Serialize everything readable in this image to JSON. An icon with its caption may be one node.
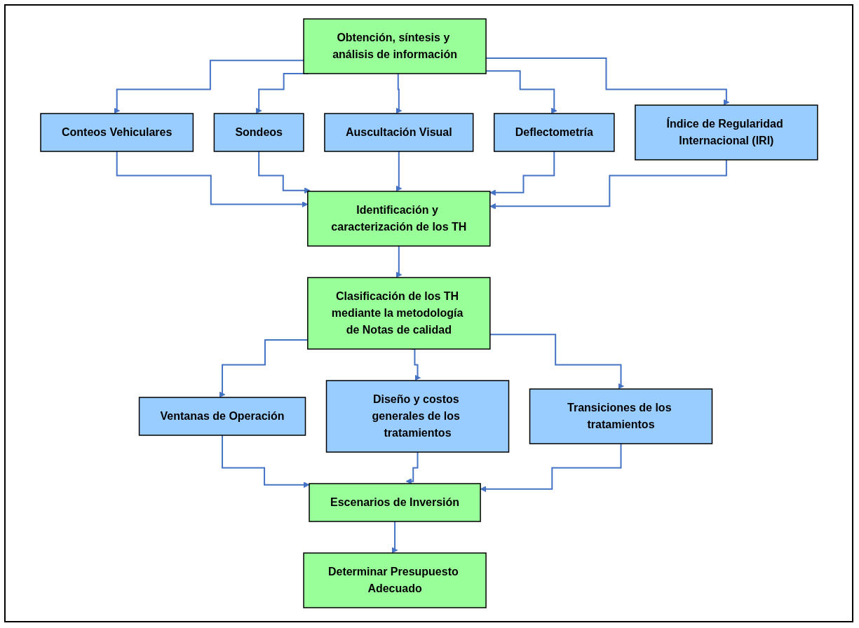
{
  "diagram": {
    "nodes": [
      {
        "text": [
          "Obtención, síntesis y análisis de información"
        ]
      },
      {
        "text": [
          "Conteos Vehiculares"
        ]
      },
      {
        "text": [
          "Sondeos"
        ]
      },
      {
        "text": [
          "Auscultación Visual"
        ]
      },
      {
        "text": [
          "Deflectometría"
        ]
      },
      {
        "text": [
          "Índice de Regularidad Internacional (IRI)"
        ]
      },
      {
        "text": [
          "Identificación y caracterización de los TH"
        ]
      },
      {
        "text": [
          "Clasificación de los TH mediante la metodología de Notas de calidad"
        ]
      },
      {
        "text": [
          "Ventanas de Operación"
        ]
      },
      {
        "text": [
          "Diseño y costos generales de los tratamientos"
        ]
      },
      {
        "text": [
          "Transiciones de los tratamientos"
        ]
      },
      {
        "text": [
          "Escenarios de Inversión"
        ]
      },
      {
        "text": [
          "Determinar Presupuesto Adecuado"
        ]
      }
    ],
    "edges": [
      {
        "from": 0,
        "to": 1,
        "arrow": "to"
      },
      {
        "from": 0,
        "to": 2,
        "arrow": "to"
      },
      {
        "from": 0,
        "to": 3,
        "arrow": "to"
      },
      {
        "from": 0,
        "to": 4,
        "arrow": "to"
      },
      {
        "from": 0,
        "to": 5,
        "arrow": "to"
      },
      {
        "from": 1,
        "to": 6,
        "arrow": "to"
      },
      {
        "from": 2,
        "to": 6,
        "arrow": "to"
      },
      {
        "from": 3,
        "to": 6,
        "arrow": "to"
      },
      {
        "from": 4,
        "to": 6,
        "arrow": "to"
      },
      {
        "from": 5,
        "to": 6,
        "arrow": "to"
      },
      {
        "from": 6,
        "to": 7,
        "arrow": "to"
      },
      {
        "from": 7,
        "to": 8,
        "arrow": "to"
      },
      {
        "from": 7,
        "to": 9,
        "arrow": "to"
      },
      {
        "from": 7,
        "to": 10,
        "arrow": "to"
      },
      {
        "from": 8,
        "to": 11,
        "arrow": "to"
      },
      {
        "from": 9,
        "to": 11,
        "arrow": "to"
      },
      {
        "from": 10,
        "to": 11,
        "arrow": "to"
      },
      {
        "from": 11,
        "to": 12,
        "arrow": "to"
      }
    ]
  }
}
